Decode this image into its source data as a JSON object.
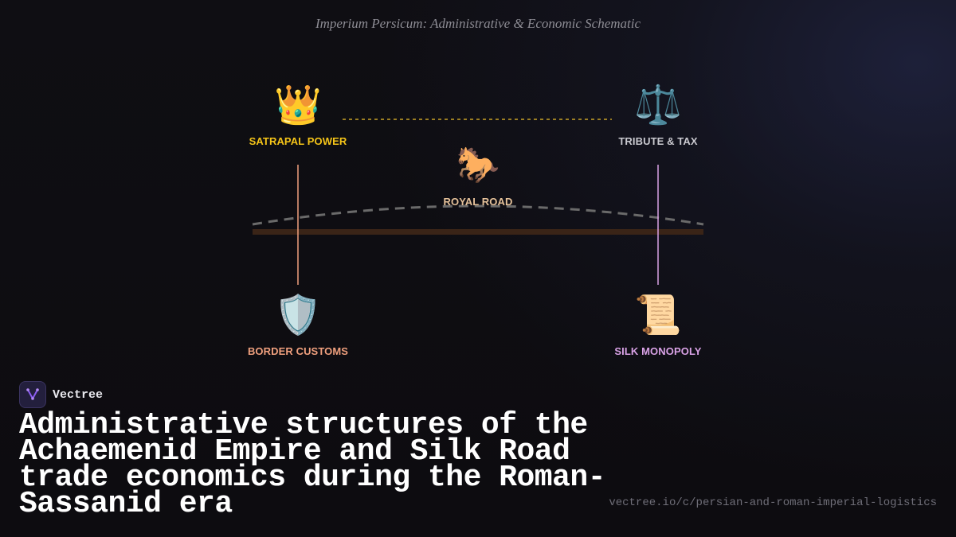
{
  "header": {
    "title": "Imperium Persicum: Administrative & Economic Schematic"
  },
  "diagram": {
    "nodes": {
      "satrapal": {
        "icon": "👑",
        "icon_name": "crown-icon",
        "label": "SATRAPAL POWER",
        "color": "#f5c518"
      },
      "tribute": {
        "icon": "⚖️",
        "icon_name": "scales-icon",
        "label": "TRIBUTE & TAX",
        "color": "#c9c9cf"
      },
      "royal_road": {
        "icon": "🐎",
        "icon_name": "horse-icon",
        "label": "ROYAL ROAD",
        "color": "#e6c29a"
      },
      "border": {
        "icon": "🛡️",
        "icon_name": "shield-icon",
        "label": "BORDER CUSTOMS",
        "color": "#f0a07e"
      },
      "silk": {
        "icon": "📜",
        "icon_name": "scroll-icon",
        "label": "SILK MONOPOLY",
        "color": "#d9a2e6"
      }
    },
    "colors": {
      "connector_dashed": "#c9a227",
      "connector_left": "#f0a07e",
      "connector_right": "#d9a2e6",
      "road_arc": "#6a6a6a",
      "road_band": "#3a2417"
    }
  },
  "brand": {
    "name": "Vectree",
    "logo_icon": "vectree-logo-icon",
    "accent": "#8a5cf0"
  },
  "headline": "Administrative structures of the Achaemenid Empire and Silk Road trade economics during the Roman-Sassanid era",
  "url": "vectree.io/c/persian-and-roman-imperial-logistics"
}
